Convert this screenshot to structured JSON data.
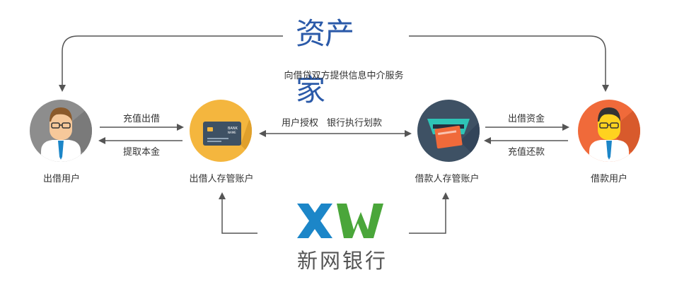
{
  "logos": {
    "top_brand": "资产家",
    "bottom_brand_mark": "XW",
    "bottom_brand_name": "新网银行"
  },
  "top_service_text": "向借贷双方提供信息中介服务",
  "nodes": {
    "lender": "出借用户",
    "lender_account": "出借人存管账户",
    "borrower_account": "借款人存管账户",
    "borrower": "借款用户"
  },
  "flows": {
    "recharge_lend": "充值出借",
    "withdraw_principal": "提取本金",
    "user_auth": "用户授权",
    "bank_transfer": "银行执行划款",
    "lend_funds": "出借资金",
    "recharge_repay": "充值还款"
  },
  "card_text": {
    "bank": "BANK",
    "sub": "NAME"
  },
  "colors": {
    "arrow": "#555555",
    "lender_circle": "#8d8d8d",
    "lender_account_circle": "#f4b63e",
    "borrower_account_circle": "#3e5164",
    "borrower_circle": "#f06a3a",
    "brand_blue": "#2b5aa9",
    "xw_blue": "#1c86c8",
    "xw_green": "#4aa63a"
  }
}
